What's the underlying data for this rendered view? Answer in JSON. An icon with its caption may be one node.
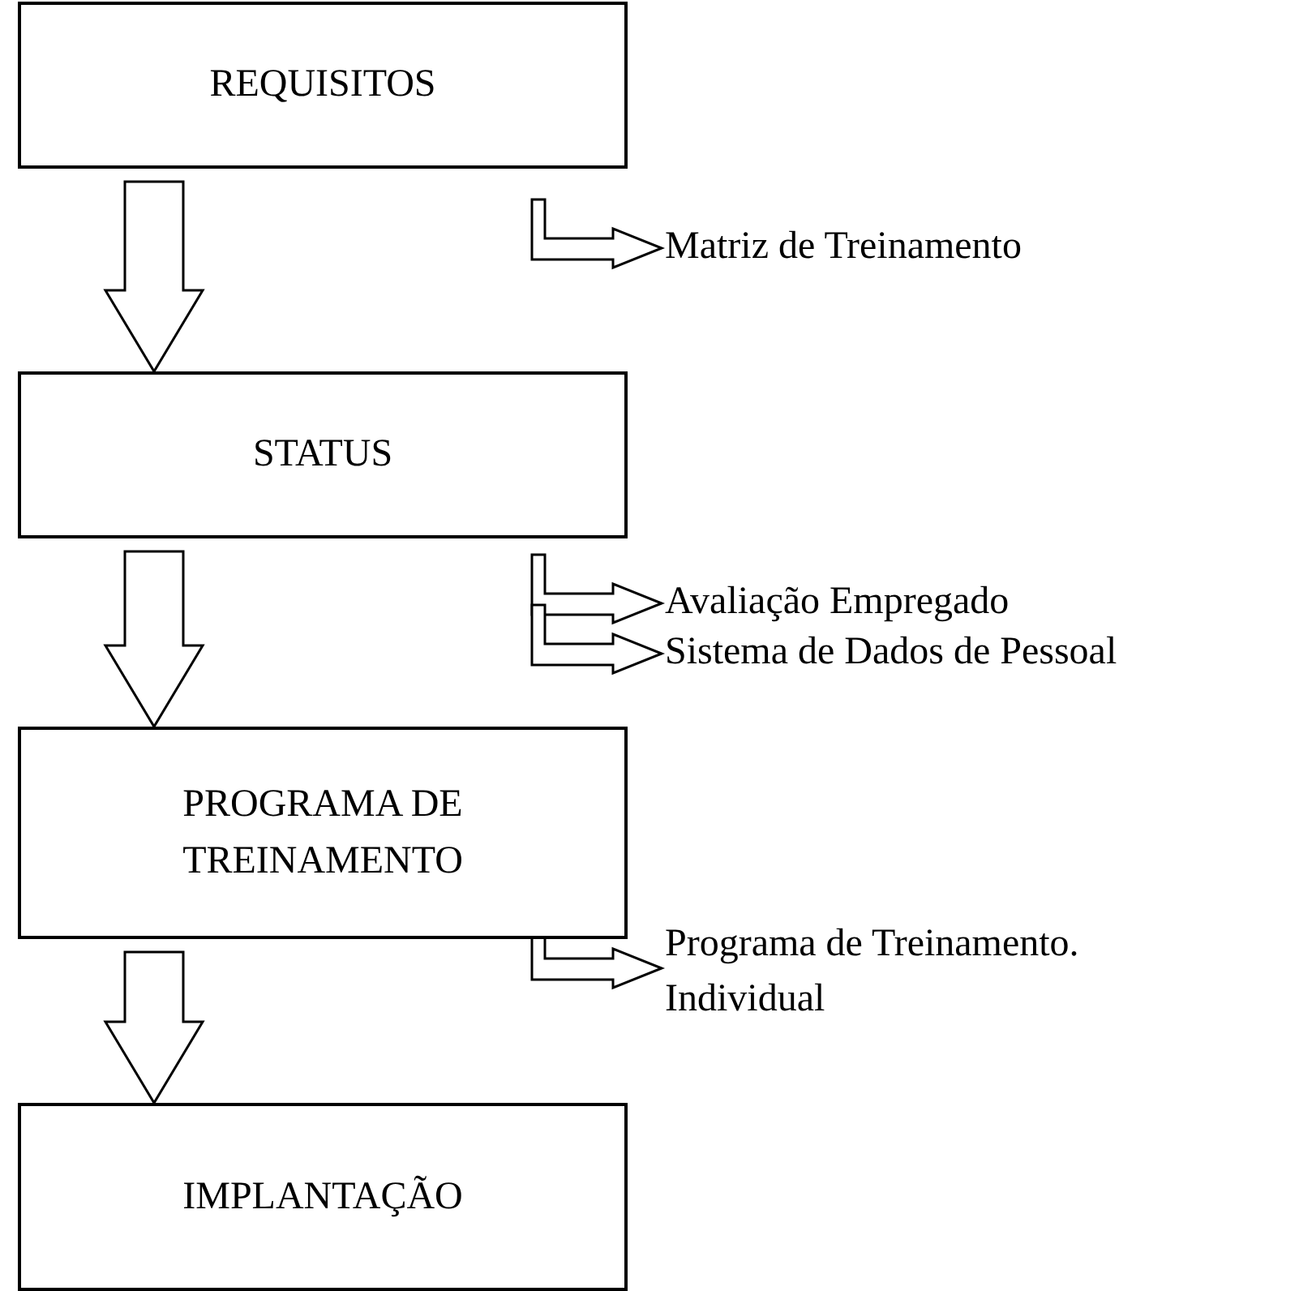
{
  "diagram": {
    "nodes": [
      {
        "text": [
          "REQUISITOS"
        ]
      },
      {
        "text": [
          "Matriz de Treinamento"
        ]
      },
      {
        "text": [
          "STATUS"
        ]
      },
      {
        "text": [
          "Avaliação Empregado"
        ]
      },
      {
        "text": [
          "Sistema de Dados de Pessoal"
        ]
      },
      {
        "text": [
          "PROGRAMA DE TREINAMENTO"
        ]
      },
      {
        "text": [
          "Programa de Treinamento. Individual"
        ]
      },
      {
        "text": [
          "IMPLANTAÇÃO"
        ]
      }
    ],
    "edges": [
      {
        "from": 0,
        "to": 2,
        "arrow": "to"
      },
      {
        "from": 2,
        "to": 5,
        "arrow": "to"
      },
      {
        "from": 5,
        "to": 7,
        "arrow": "to"
      },
      {
        "from": null,
        "to": 1,
        "arrow": "to"
      },
      {
        "from": null,
        "to": 3,
        "arrow": "to"
      },
      {
        "from": null,
        "to": 4,
        "arrow": "to"
      },
      {
        "from": null,
        "to": 6,
        "arrow": "to"
      }
    ]
  }
}
